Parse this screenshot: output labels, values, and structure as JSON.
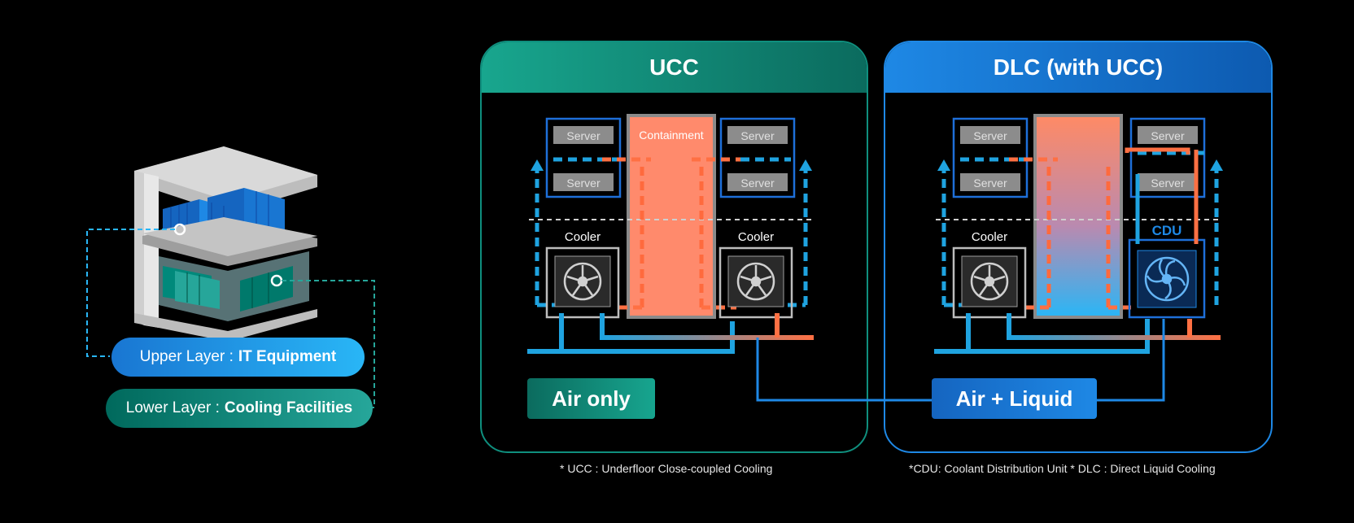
{
  "building": {
    "upper_label": "Upper Layer :",
    "upper_value": "IT Equipment",
    "lower_label": "Lower Layer :",
    "lower_value": "Cooling Facilities"
  },
  "ucc_panel": {
    "title": "UCC",
    "server_label": "Server",
    "containment_label": "Containment",
    "cooler_label": "Cooler",
    "tag": "Air only",
    "footnote": "* UCC : Underfloor Close-coupled Cooling"
  },
  "dlc_panel": {
    "title": "DLC (with UCC)",
    "server_label": "Server",
    "cooler_label": "Cooler",
    "cdu_label": "CDU",
    "tag": "Air + Liquid",
    "footnote": "*CDU: Coolant Distribution Unit * DLC : Direct Liquid Cooling"
  },
  "colors": {
    "cold": "#1fa3e0",
    "hot": "#ff7043",
    "teal": "#17a58f",
    "blue": "#1e88e5"
  }
}
